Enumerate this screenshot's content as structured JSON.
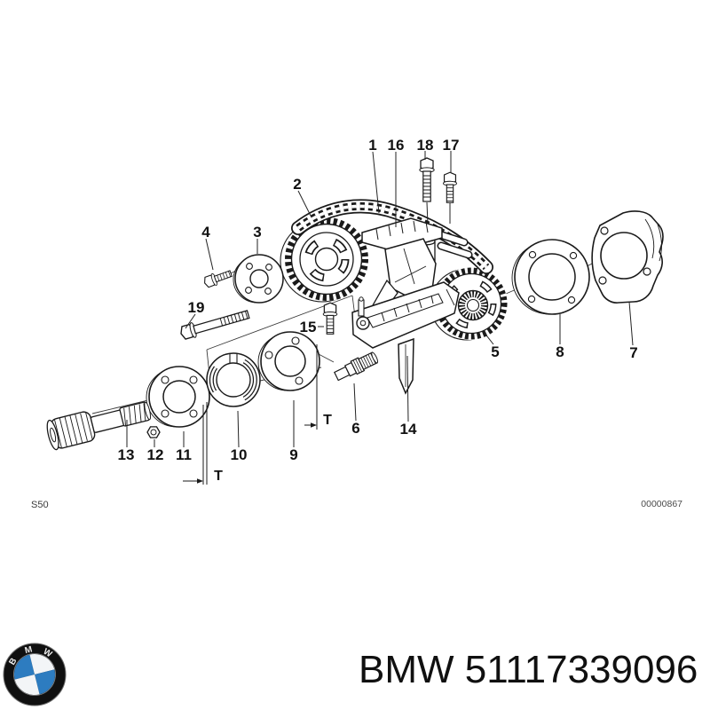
{
  "diagram": {
    "callouts": [
      {
        "label": "1"
      },
      {
        "label": "16"
      },
      {
        "label": "18"
      },
      {
        "label": "17"
      },
      {
        "label": "2"
      },
      {
        "label": "4"
      },
      {
        "label": "3"
      },
      {
        "label": "19"
      },
      {
        "label": "15"
      },
      {
        "label": "5"
      },
      {
        "label": "8"
      },
      {
        "label": "7"
      },
      {
        "label": "6"
      },
      {
        "label": "14"
      },
      {
        "label": "13"
      },
      {
        "label": "12"
      },
      {
        "label": "11"
      },
      {
        "label": "10"
      },
      {
        "label": "9"
      }
    ],
    "t_marks": [
      {
        "label": "T"
      },
      {
        "label": "T"
      }
    ],
    "code_left": "S50",
    "code_right": "00000867"
  },
  "footer": {
    "brand_text": "BMW 51117339096",
    "logo_letters": [
      {
        "char": "B"
      },
      {
        "char": "M"
      },
      {
        "char": "W"
      }
    ]
  },
  "colors": {
    "line": "#1a1a1a",
    "bmw_blue": "#2d7cc0"
  }
}
